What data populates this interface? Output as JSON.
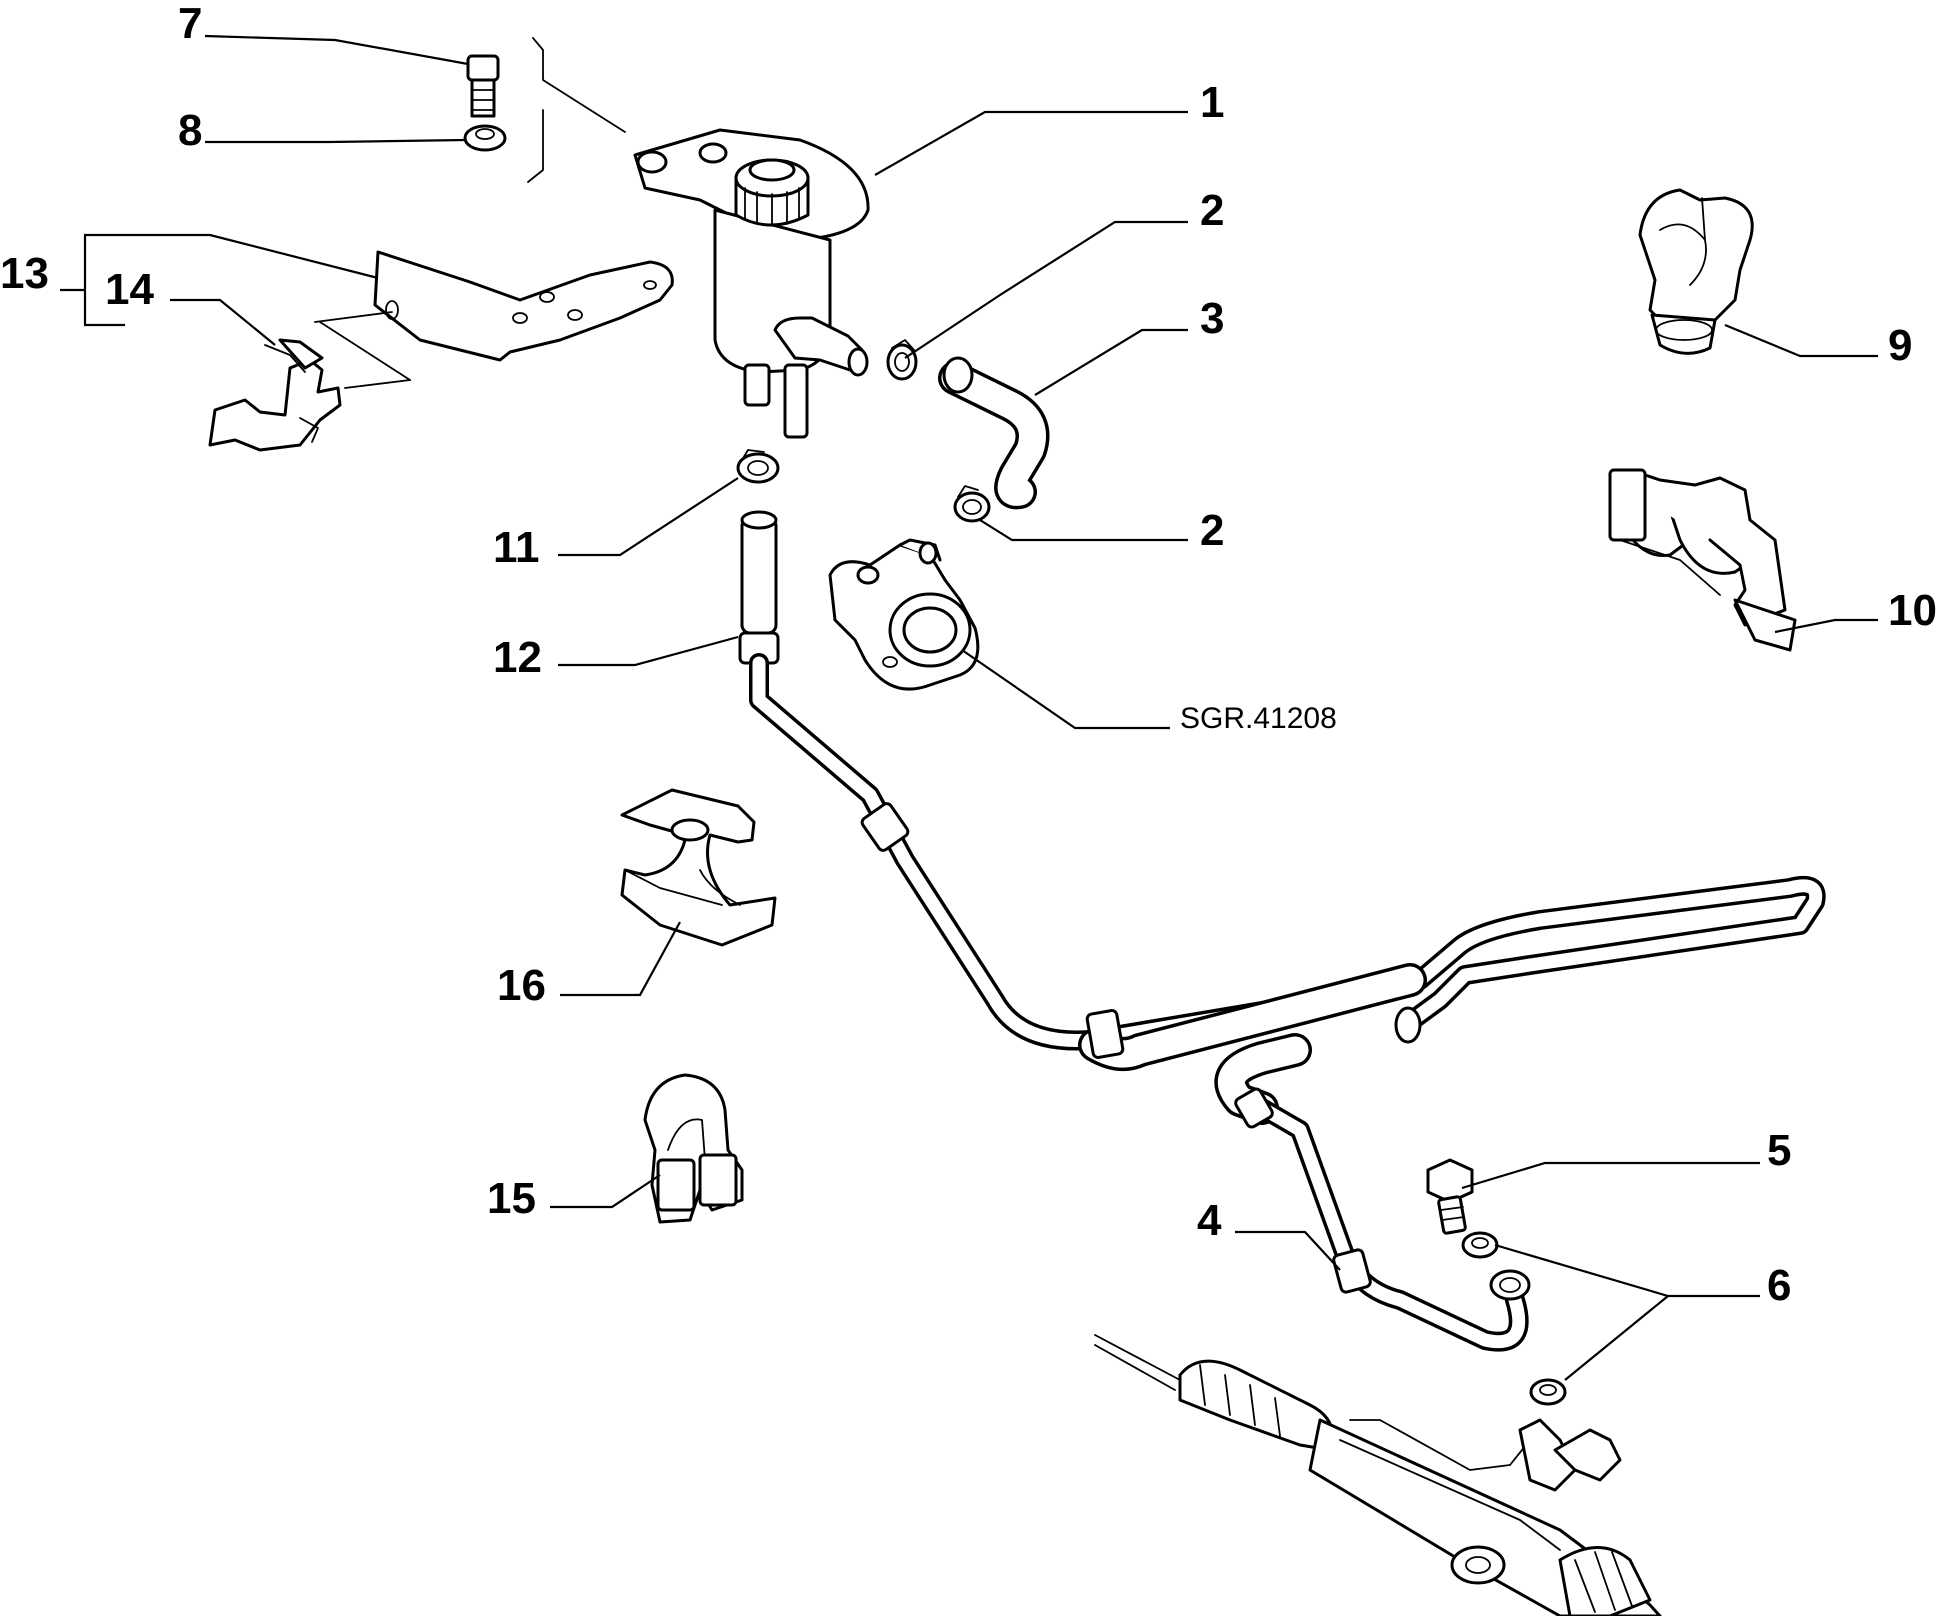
{
  "diagram": {
    "reference_code": "SGR.41208",
    "callouts": [
      {
        "id": "c1",
        "label": "1"
      },
      {
        "id": "c2a",
        "label": "2"
      },
      {
        "id": "c2b",
        "label": "2"
      },
      {
        "id": "c3",
        "label": "3"
      },
      {
        "id": "c4",
        "label": "4"
      },
      {
        "id": "c5",
        "label": "5"
      },
      {
        "id": "c6",
        "label": "6"
      },
      {
        "id": "c7",
        "label": "7"
      },
      {
        "id": "c8",
        "label": "8"
      },
      {
        "id": "c9",
        "label": "9"
      },
      {
        "id": "c10",
        "label": "10"
      },
      {
        "id": "c11",
        "label": "11"
      },
      {
        "id": "c12",
        "label": "12"
      },
      {
        "id": "c13",
        "label": "13"
      },
      {
        "id": "c14",
        "label": "14"
      },
      {
        "id": "c15",
        "label": "15"
      },
      {
        "id": "c16",
        "label": "16"
      }
    ]
  }
}
